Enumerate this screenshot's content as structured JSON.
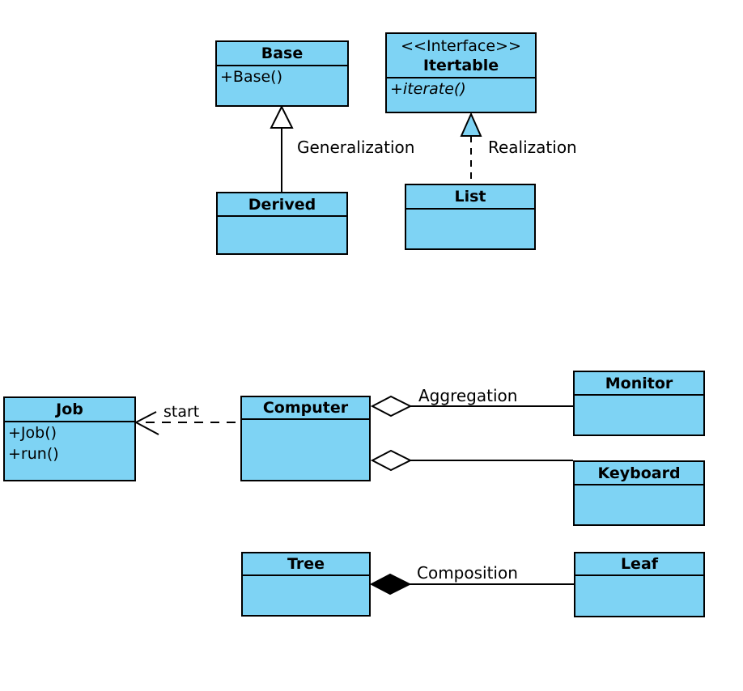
{
  "diagram": {
    "colors": {
      "class_fill": "#7ED3F4",
      "class_border": "#000000",
      "line": "#000000"
    },
    "classes": {
      "base": {
        "name": "Base",
        "methods": [
          "+Base()"
        ]
      },
      "itertable": {
        "stereotype": "<<Interface>>",
        "name": "Itertable",
        "methods": [
          "+iterate()"
        ]
      },
      "derived": {
        "name": "Derived",
        "methods": []
      },
      "list": {
        "name": "List",
        "methods": []
      },
      "job": {
        "name": "Job",
        "methods": [
          "+Job()",
          "+run()"
        ]
      },
      "computer": {
        "name": "Computer",
        "methods": []
      },
      "monitor": {
        "name": "Monitor",
        "methods": []
      },
      "keyboard": {
        "name": "Keyboard",
        "methods": []
      },
      "tree": {
        "name": "Tree",
        "methods": []
      },
      "leaf": {
        "name": "Leaf",
        "methods": []
      }
    },
    "relationships": [
      {
        "type": "generalization",
        "label": "Generalization",
        "from": "Derived",
        "to": "Base"
      },
      {
        "type": "realization",
        "label": "Realization",
        "from": "List",
        "to": "Itertable"
      },
      {
        "type": "dependency",
        "label": "start",
        "from": "Computer",
        "to": "Job"
      },
      {
        "type": "aggregation",
        "label": "Aggregation",
        "from": "Computer",
        "to": "Monitor"
      },
      {
        "type": "aggregation",
        "label": "",
        "from": "Computer",
        "to": "Keyboard"
      },
      {
        "type": "composition",
        "label": "Composition",
        "from": "Tree",
        "to": "Leaf"
      }
    ]
  }
}
